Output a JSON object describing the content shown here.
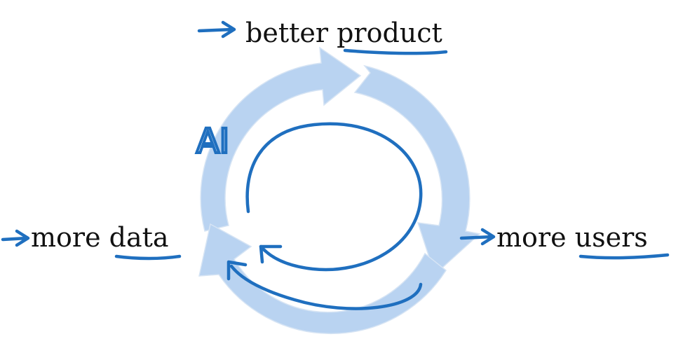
{
  "diagram": {
    "nodes": {
      "top": "better product",
      "right": "more users",
      "left": "more data"
    },
    "handwritten_note": "AI",
    "colors": {
      "cycle_fill": "#b9d3f1",
      "ink": "#1f6fbf",
      "text": "#111111"
    }
  }
}
